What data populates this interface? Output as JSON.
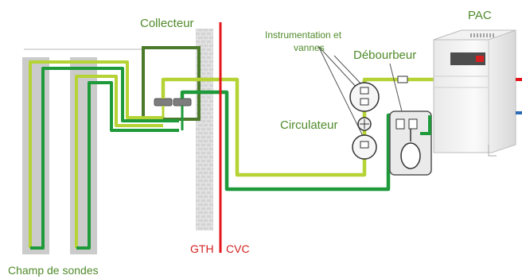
{
  "labels": {
    "collecteur": "Collecteur",
    "pac": "PAC",
    "instrumentation_line1": "Instrumentation et",
    "instrumentation_line2": "vannes",
    "debourbeur": "Débourbeur",
    "circulateur": "Circulateur",
    "gth": "GTH",
    "cvc": "CVC",
    "champ_de_sondes": "Champ de sondes"
  },
  "colors": {
    "pipe_light_green": "#b5d334",
    "pipe_dark_green": "#1e9a3a",
    "collector_box": "#4a7a2a",
    "boundary_line": "#e3141b",
    "borehole_gray": "#c9c9c9",
    "label_green": "#4f8a2a",
    "label_red": "#d42020",
    "pac_hot": "#e3141b",
    "pac_cold": "#2e6db5"
  }
}
